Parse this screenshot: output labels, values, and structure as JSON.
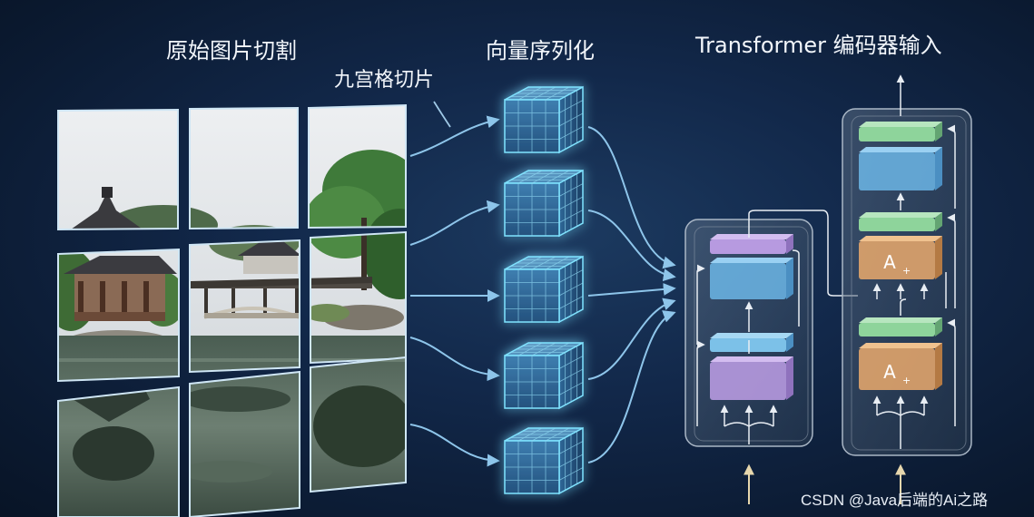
{
  "labels": {
    "original_split": "原始图片切割",
    "nine_grid_slice": "九宫格切片",
    "vectorize": "向量序列化",
    "encoder_input": "Transformer 编码器输入"
  },
  "attention_block_label": "A",
  "attention_block_sub": "+",
  "watermark": "CSDN @Java后端的Ai之路",
  "grid": {
    "rows": 3,
    "cols": 3
  },
  "cube_count": 5,
  "colors": {
    "background": "#0f2341",
    "arrow": "#8ec5ea",
    "cube_edge": "#5fd4f4",
    "purple_layer": "#b79ae0",
    "blue_layer": "#6cb6e6",
    "green_layer": "#8ed49b",
    "orange_layer": "#e0a46b",
    "input_arrow": "#e7d7ad"
  }
}
